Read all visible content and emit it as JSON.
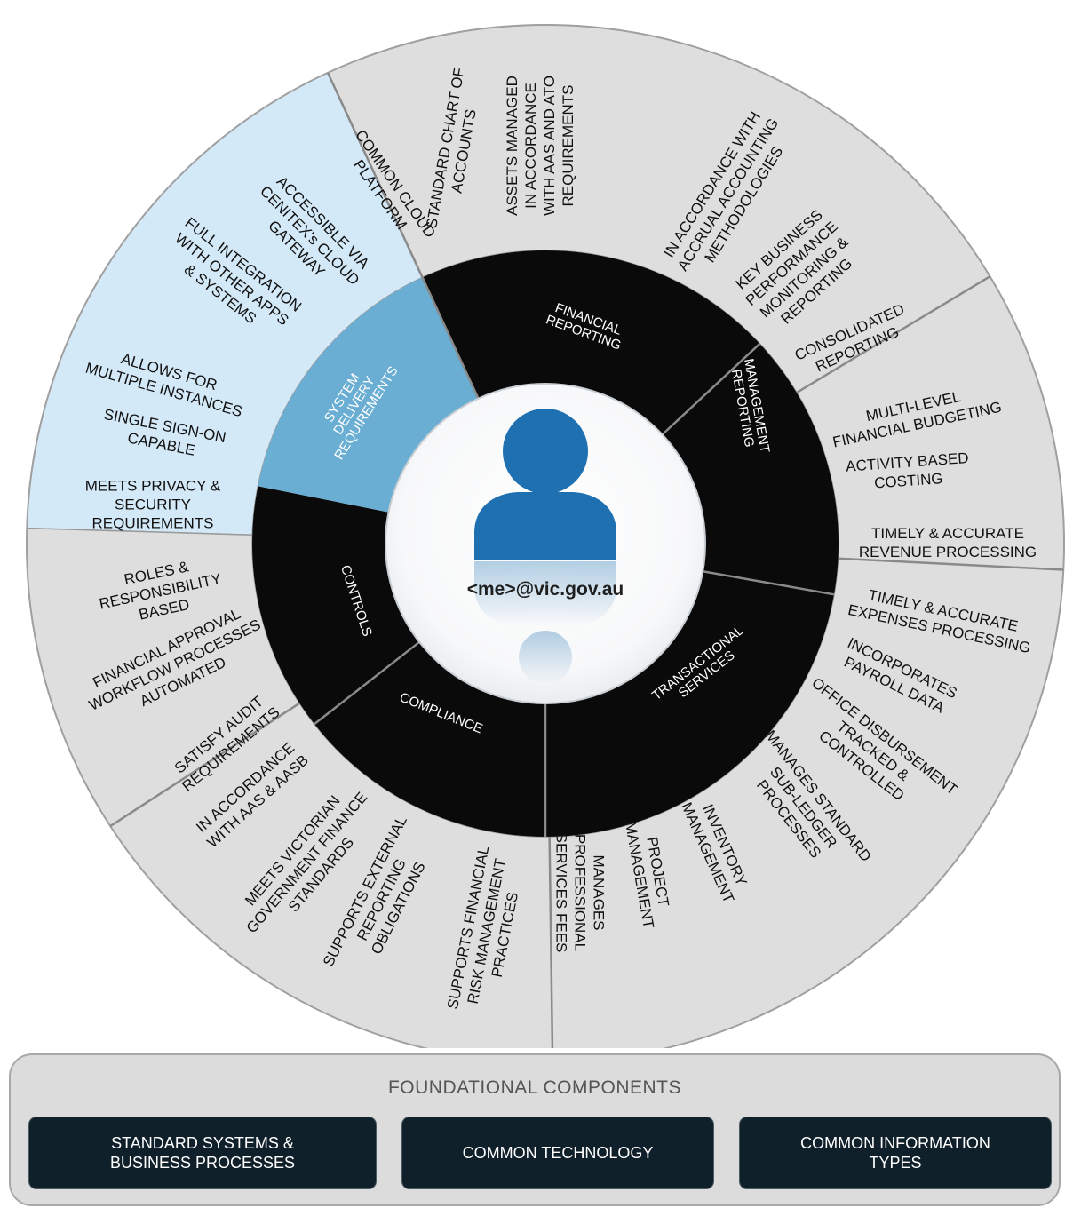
{
  "center": {
    "email": "<me>@vic.gov.au"
  },
  "segments": [
    {
      "name": "system-delivery",
      "label": [
        "SYSTEM",
        "DELIVERY",
        "REQUIREMENTS"
      ],
      "items": [
        [
          "COMMON CLOUD",
          "PLATFORM"
        ],
        [
          "ACCESSIBLE VIA",
          "CENITEX's CLOUD",
          "GATEWAY"
        ],
        [
          "FULL INTEGRATION",
          "WITH OTHER APPS",
          "& SYSTEMS"
        ],
        [
          "ALLOWS FOR",
          "MULTIPLE INSTANCES"
        ],
        [
          "SINGLE SIGN-ON",
          "CAPABLE"
        ],
        [
          "MEETS PRIVACY &",
          "SECURITY",
          "REQUIREMENTS"
        ]
      ]
    },
    {
      "name": "financial-reporting",
      "label": [
        "FINANCIAL",
        "REPORTING"
      ],
      "items": [
        [
          "STANDARD CHART OF",
          "ACCOUNTS"
        ],
        [
          "ASSETS MANAGED",
          "IN ACCORDANCE",
          "WITH AAS AND ATO",
          "REQUIREMENTS"
        ],
        [
          "IN ACCORDANCE WITH",
          "ACCRUAL ACCOUNTING",
          "METHODOLOGIES"
        ]
      ]
    },
    {
      "name": "management-reporting",
      "label": [
        "MANAGEMENT",
        "REPORTING"
      ],
      "items": [
        [
          "KEY BUSINESS",
          "PERFORMANCE",
          "MONITORING &",
          "REPORTING"
        ],
        [
          "CONSOLIDATED",
          "REPORTING"
        ],
        [
          "MULTI-LEVEL",
          "FINANCIAL BUDGETING"
        ],
        [
          "ACTIVITY BASED",
          "COSTING"
        ]
      ]
    },
    {
      "name": "transactional-services",
      "label": [
        "TRANSACTIONAL",
        "SERVICES"
      ],
      "items": [
        [
          "TIMELY & ACCURATE",
          "REVENUE PROCESSING"
        ],
        [
          "TIMELY & ACCURATE",
          "EXPENSES PROCESSING"
        ],
        [
          "INCORPORATES",
          "PAYROLL DATA"
        ],
        [
          "OFFICE DISBURSEMENT",
          "TRACKED &",
          "CONTROLLED"
        ],
        [
          "MANAGES STANDARD",
          "SUB-LEDGER",
          "PROCESSES"
        ],
        [
          "INVENTORY",
          "MANAGEMENT"
        ],
        [
          "PROJECT",
          "MANAGEMENT"
        ],
        [
          "MANAGES",
          "PROFESSIONAL",
          "SERVICES FEES"
        ]
      ]
    },
    {
      "name": "compliance",
      "label": [
        "COMPLIANCE"
      ],
      "items": [
        [
          "SUPPORTS FINANCIAL",
          "RISK MANAGEMENT",
          "PRACTICES"
        ],
        [
          "SUPPORTS EXTERNAL",
          "REPORTING",
          "OBLIGATIONS"
        ],
        [
          "MEETS VICTORIAN",
          "GOVERNMENT FINANCE",
          "STANDARDS"
        ],
        [
          "IN ACCORDANCE",
          "WITH AAS & AASB"
        ]
      ]
    },
    {
      "name": "controls",
      "label": [
        "CONTROLS"
      ],
      "items": [
        [
          "SATISFY AUDIT",
          "REQUIREMENTS"
        ],
        [
          "FINANCIAL APPROVAL",
          "WORKFLOW PROCESSES",
          "AUTOMATED"
        ],
        [
          "ROLES &",
          "RESPONSIBILITY",
          "BASED"
        ]
      ]
    }
  ],
  "foundation": {
    "title": "FOUNDATIONAL COMPONENTS",
    "boxes": [
      [
        "STANDARD SYSTEMS &",
        "BUSINESS PROCESSES"
      ],
      [
        "COMMON TECHNOLOGY"
      ],
      [
        "COMMON INFORMATION",
        "TYPES"
      ]
    ]
  },
  "colors": {
    "outer_grey": "#dedede",
    "outer_blue": "#d4e9f8",
    "inner_black": "#0a0a0a",
    "inner_blue": "#6aaed3",
    "person_blue": "#1f70b0",
    "divider": "#8a8a8a"
  },
  "icons": {
    "center": "person-icon"
  }
}
